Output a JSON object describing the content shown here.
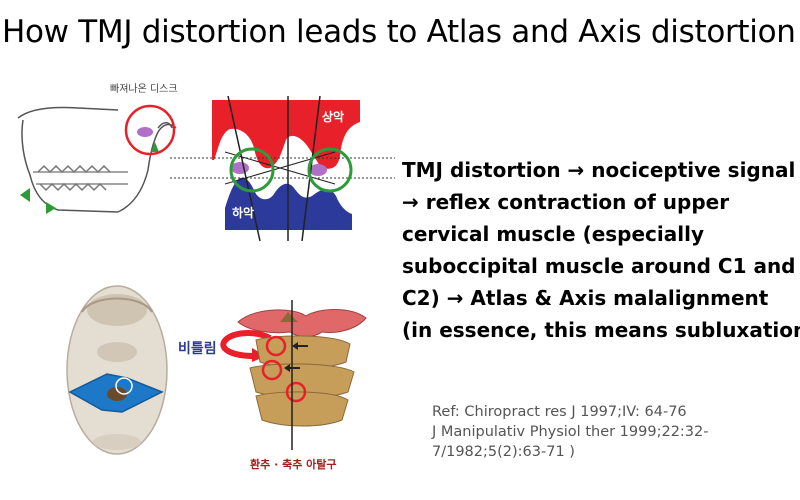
{
  "title": "How TMJ distortion leads to Atlas and Axis distortion",
  "figures": {
    "jaw_label": "빠져나온 디스크",
    "upper_jaw_label": "상악",
    "lower_jaw_label": "하악",
    "twist_label": "비틀림",
    "spine_caption": "환추 · 축추 아탈구"
  },
  "body_lines": [
    "TMJ distortion → nociceptive signal",
    "→ reflex contraction of upper",
    "cervical muscle (especially",
    "suboccipital muscle around C1 and",
    "C2) → Atlas & Axis malalignment",
    "(in essence, this means subluxation)"
  ],
  "refs": [
    "Ref: Chiropract res J 1997;IV: 64-76",
    "J Manipulativ Physiol ther 1999;22:32-",
    "7/1982;5(2):63-71 )"
  ],
  "colors": {
    "red": "#e8202a",
    "blue": "#2b3a9b",
    "green": "#2e9b3a",
    "purple": "#b070c8",
    "bone": "#c79d5a",
    "skull_blue": "#1e78c8"
  }
}
